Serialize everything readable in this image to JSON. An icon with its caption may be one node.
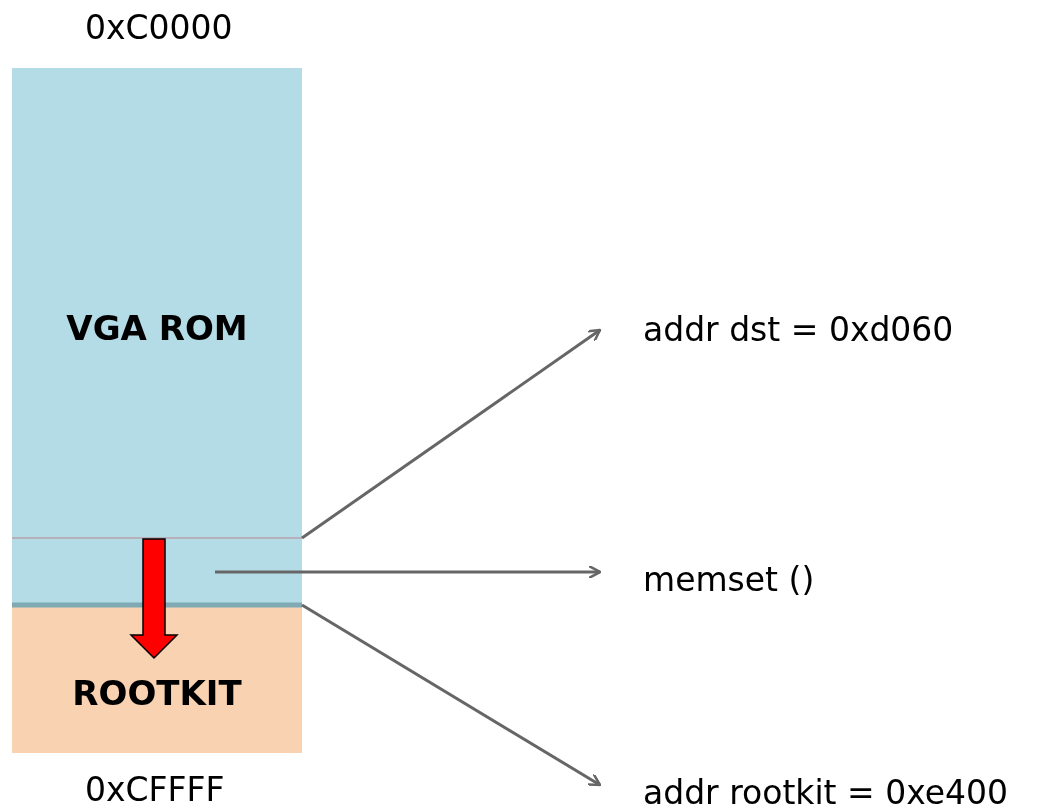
{
  "diagram": {
    "nodes": [
      {
        "text": [
          "VGA ROM"
        ],
        "beside": [
          "0xC0000"
        ]
      },
      {
        "text": [
          "ROOTKIT"
        ],
        "beside": [
          "0xCFFFF"
        ]
      },
      {
        "text": [
          "addr dst = 0xd060"
        ]
      },
      {
        "text": [
          "memset ()"
        ]
      },
      {
        "text": [
          "addr rootkit = 0xe400"
        ]
      }
    ],
    "edges": [
      {
        "from": 0,
        "to": 1,
        "arrow": "to",
        "style": "thick",
        "color": "#ff0000"
      },
      {
        "from": 0,
        "to": 2,
        "arrow": "to"
      },
      {
        "from": 0,
        "to": 3,
        "arrow": "to"
      },
      {
        "from": 1,
        "to": 4,
        "arrow": "to"
      }
    ]
  }
}
